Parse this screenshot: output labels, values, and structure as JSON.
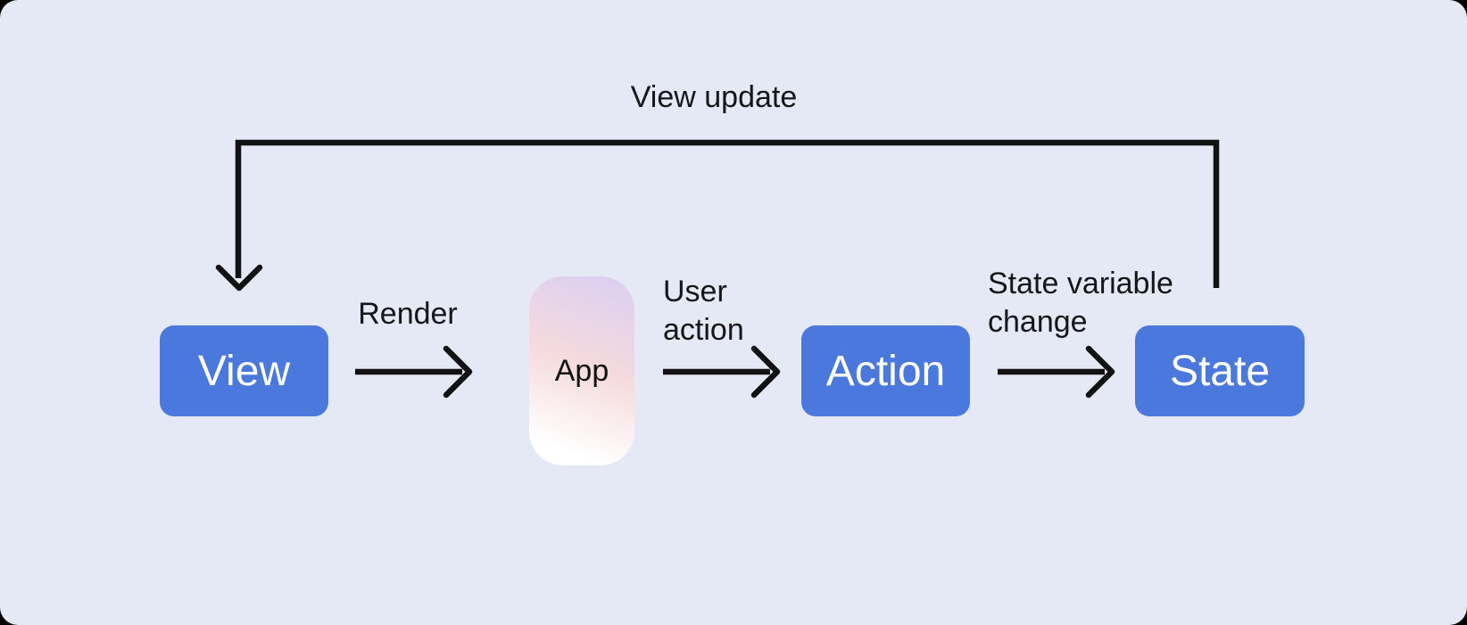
{
  "diagram": {
    "nodes": {
      "view": {
        "label": "View"
      },
      "app": {
        "label": "App"
      },
      "action": {
        "label": "Action"
      },
      "state": {
        "label": "State"
      }
    },
    "edges": {
      "view_update": {
        "label": "View update",
        "from": "State",
        "to": "View"
      },
      "render": {
        "label": "Render",
        "from": "View",
        "to": "App"
      },
      "user_action": {
        "label": "User action",
        "from": "App",
        "to": "Action"
      },
      "state_variable_change": {
        "label": "State variable change",
        "from": "Action",
        "to": "State"
      }
    },
    "colors": {
      "canvas_background": "#E4E9F5",
      "node_fill": "#4A78DC",
      "node_text": "#FFFFFF",
      "arrow_and_label": "#121215",
      "app_gradient_top": "#D9CEF2",
      "app_gradient_middle": "#F6DBDD",
      "app_gradient_bottom": "#FFFFFF"
    }
  }
}
